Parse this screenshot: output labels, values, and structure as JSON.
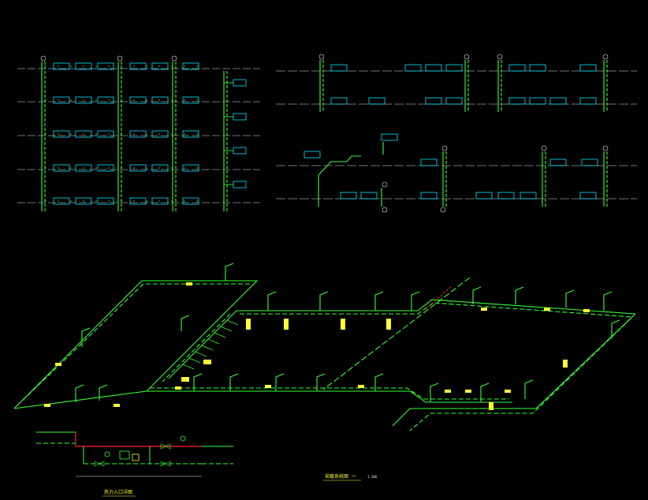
{
  "drawing": {
    "background": "#000000",
    "colors": {
      "pipe": "#33ff33",
      "floor_line": "#e6e6e6",
      "radiator": "#00e5ff",
      "label": "#ffff33",
      "supply_main": "#ff2020"
    },
    "titles": {
      "isometric_title": "采暖系统图 一",
      "isometric_scale": "1:100",
      "inlet_title": "热力入口详图"
    }
  }
}
